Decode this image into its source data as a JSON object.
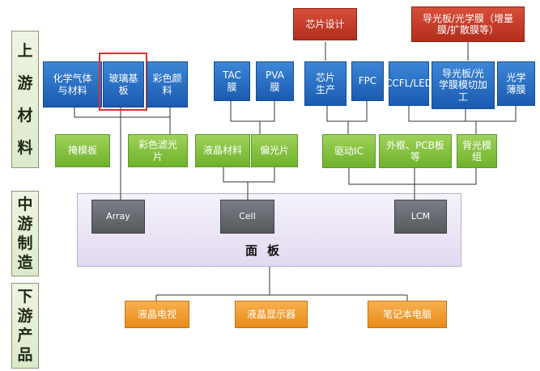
{
  "sidebar": {
    "upstream": [
      "上",
      "游",
      "材",
      "料"
    ],
    "midstream": [
      "中",
      "游",
      "制",
      "造"
    ],
    "downstream": [
      "下",
      "游",
      "产",
      "品"
    ]
  },
  "top": {
    "chip_design": "芯片设计",
    "light_guide_film": "导光板/光学膜（增量膜/扩散膜等）"
  },
  "materials": {
    "chemical": "化学气体与材料",
    "glass": "玻璃基板",
    "color_pigment": "彩色颜料",
    "tac": "TAC膜",
    "pva": "PVA膜",
    "chip_production": "芯片生产",
    "fpc": "FPC",
    "ccfl": "CCFL/LED",
    "guide_cut": "导光板/光学膜模切加工",
    "optical_film": "光学薄膜"
  },
  "components": {
    "mask": "掩模板",
    "color_filter": "彩色滤光片",
    "liquid_crystal": "液晶材料",
    "polarizer": "偏光片",
    "driver_ic": "驱动IC",
    "frame_pcb": "外框、PCB板等",
    "backlight": "背光模组"
  },
  "panel": {
    "label": "面板",
    "array": "Array",
    "cell": "Cell",
    "lcm": "LCM"
  },
  "products": {
    "tv": "液晶电视",
    "monitor": "液晶显示器",
    "laptop": "笔记本电脑"
  },
  "colors": {
    "blue": "#2a6fc4",
    "red": "#c23a26",
    "green": "#86c23f",
    "gray": "#666a70",
    "orange": "#f09b2a",
    "highlight": "#e0302f"
  }
}
